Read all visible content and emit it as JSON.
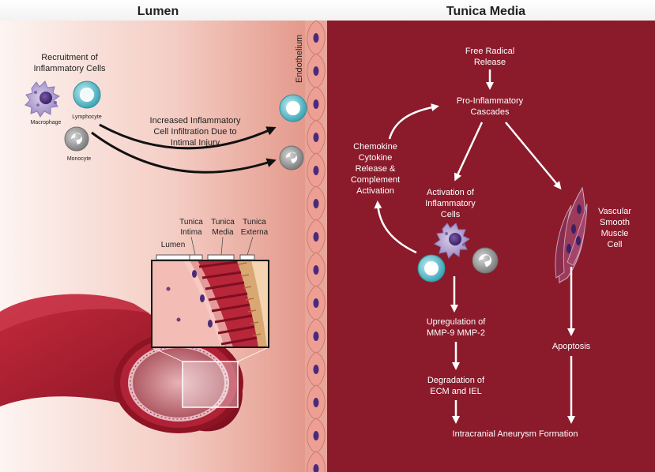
{
  "headers": {
    "left": "Lumen",
    "right": "Tunica Media"
  },
  "lumen": {
    "recruitment_line1": "Recruitment of",
    "recruitment_line2": "Inflammatory Cells",
    "macrophage": "Macrophage",
    "lymphocyte": "Lymphocyte",
    "monocyte": "Monocyte",
    "infiltration_line1": "Increased Inflammatory",
    "infiltration_line2": "Cell Infiltration Due to",
    "infiltration_line3": "Intimal Injury",
    "endothelium": "Endothelium"
  },
  "vessel_layers": {
    "lumen": "Lumen",
    "intima_line1": "Tunica",
    "intima_line2": "Intima",
    "media_line1": "Tunica",
    "media_line2": "Media",
    "externa_line1": "Tunica",
    "externa_line2": "Externa"
  },
  "media": {
    "free_radical_line1": "Free Radical",
    "free_radical_line2": "Release",
    "proinflammatory_line1": "Pro-Inflammatory",
    "proinflammatory_line2": "Cascades",
    "chemokine_line1": "Chemokine",
    "chemokine_line2": "Cytokine",
    "chemokine_line3": "Release &",
    "chemokine_line4": "Complement",
    "chemokine_line5": "Activation",
    "activation_line1": "Activation of",
    "activation_line2": "Inflammatory",
    "activation_line3": "Cells",
    "vsmc_line1": "Vascular",
    "vsmc_line2": "Smooth",
    "vsmc_line3": "Muscle",
    "vsmc_line4": "Cell",
    "upregulation_line1": "Upregulation of",
    "upregulation_line2": "MMP-9 MMP-2",
    "degradation_line1": "Degradation of",
    "degradation_line2": "ECM and IEL",
    "apoptosis": "Apoptosis",
    "aneurysm": "Intracranial Aneurysm Formation"
  },
  "colors": {
    "media_bg": "#8b1a2b",
    "lumen_gradient_start": "#fbeeea",
    "lumen_gradient_end": "#e6a095",
    "vessel_red": "#a3182c",
    "cell_nucleus": "#4b2a7b",
    "lymphocyte": "#4fb6c4",
    "macrophage": "#a795c8",
    "monocyte": "#9b9b9b",
    "text_dark": "#222222",
    "text_light": "#ffffff"
  }
}
